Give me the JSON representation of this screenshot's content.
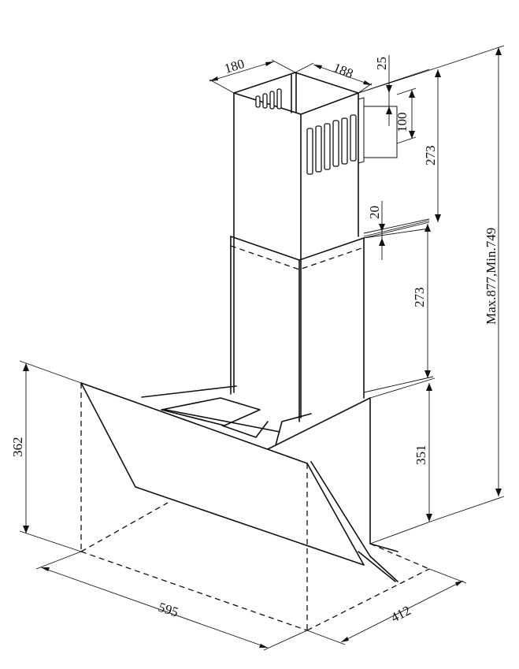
{
  "diagram": {
    "dimensions": {
      "chimney_width": "180",
      "chimney_depth": "188",
      "top_offset": "25",
      "vent_height": "100",
      "upper_chimney_height": "273",
      "overlap": "20",
      "lower_chimney_height": "273",
      "hood_back_height": "351",
      "total_height": "Max.877,Min.749",
      "hood_front_height": "362",
      "hood_width": "595",
      "hood_depth": "412"
    }
  }
}
